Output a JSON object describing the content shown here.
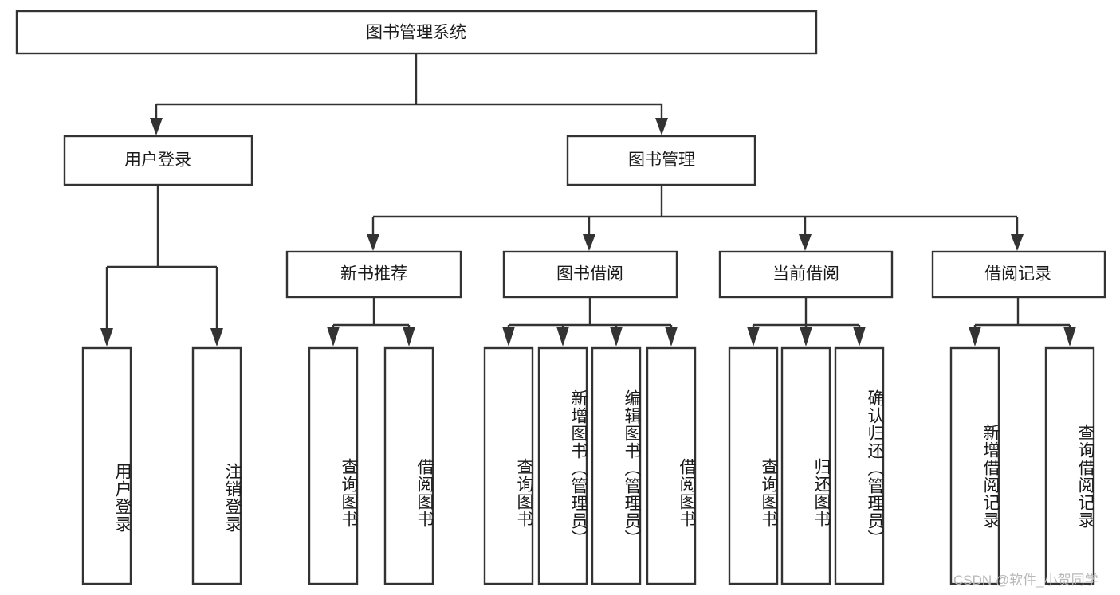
{
  "diagram": {
    "title": "图书管理系统",
    "type": "tree",
    "colors": {
      "box_fill": "#ffffff",
      "box_stroke": "#333333",
      "text": "#1a1a1a",
      "watermark": "#b8b8b8",
      "background": "#ffffff"
    },
    "root": {
      "label": "图书管理系统"
    },
    "level2": [
      {
        "label": "用户登录"
      },
      {
        "label": "图书管理"
      }
    ],
    "level3": [
      {
        "label": "新书推荐"
      },
      {
        "label": "图书借阅"
      },
      {
        "label": "当前借阅"
      },
      {
        "label": "借阅记录"
      }
    ],
    "leaves": {
      "user_login": [
        {
          "label": "用户登录"
        },
        {
          "label": "注销登录"
        }
      ],
      "new_book_recommend": [
        {
          "label": "查询图书"
        },
        {
          "label": "借阅图书"
        }
      ],
      "book_borrow": [
        {
          "label": "查询图书"
        },
        {
          "label": "新增图书（管理员）"
        },
        {
          "label": "编辑图书（管理员）"
        },
        {
          "label": "借阅图书"
        }
      ],
      "current_borrow": [
        {
          "label": "查询图书"
        },
        {
          "label": "归还图书"
        },
        {
          "label": "确认归还（管理员）"
        }
      ],
      "borrow_record": [
        {
          "label": "新增借阅记录"
        },
        {
          "label": "查询借阅记录"
        }
      ]
    }
  },
  "watermark": {
    "text": "CSDN @软件_小贺同学"
  }
}
